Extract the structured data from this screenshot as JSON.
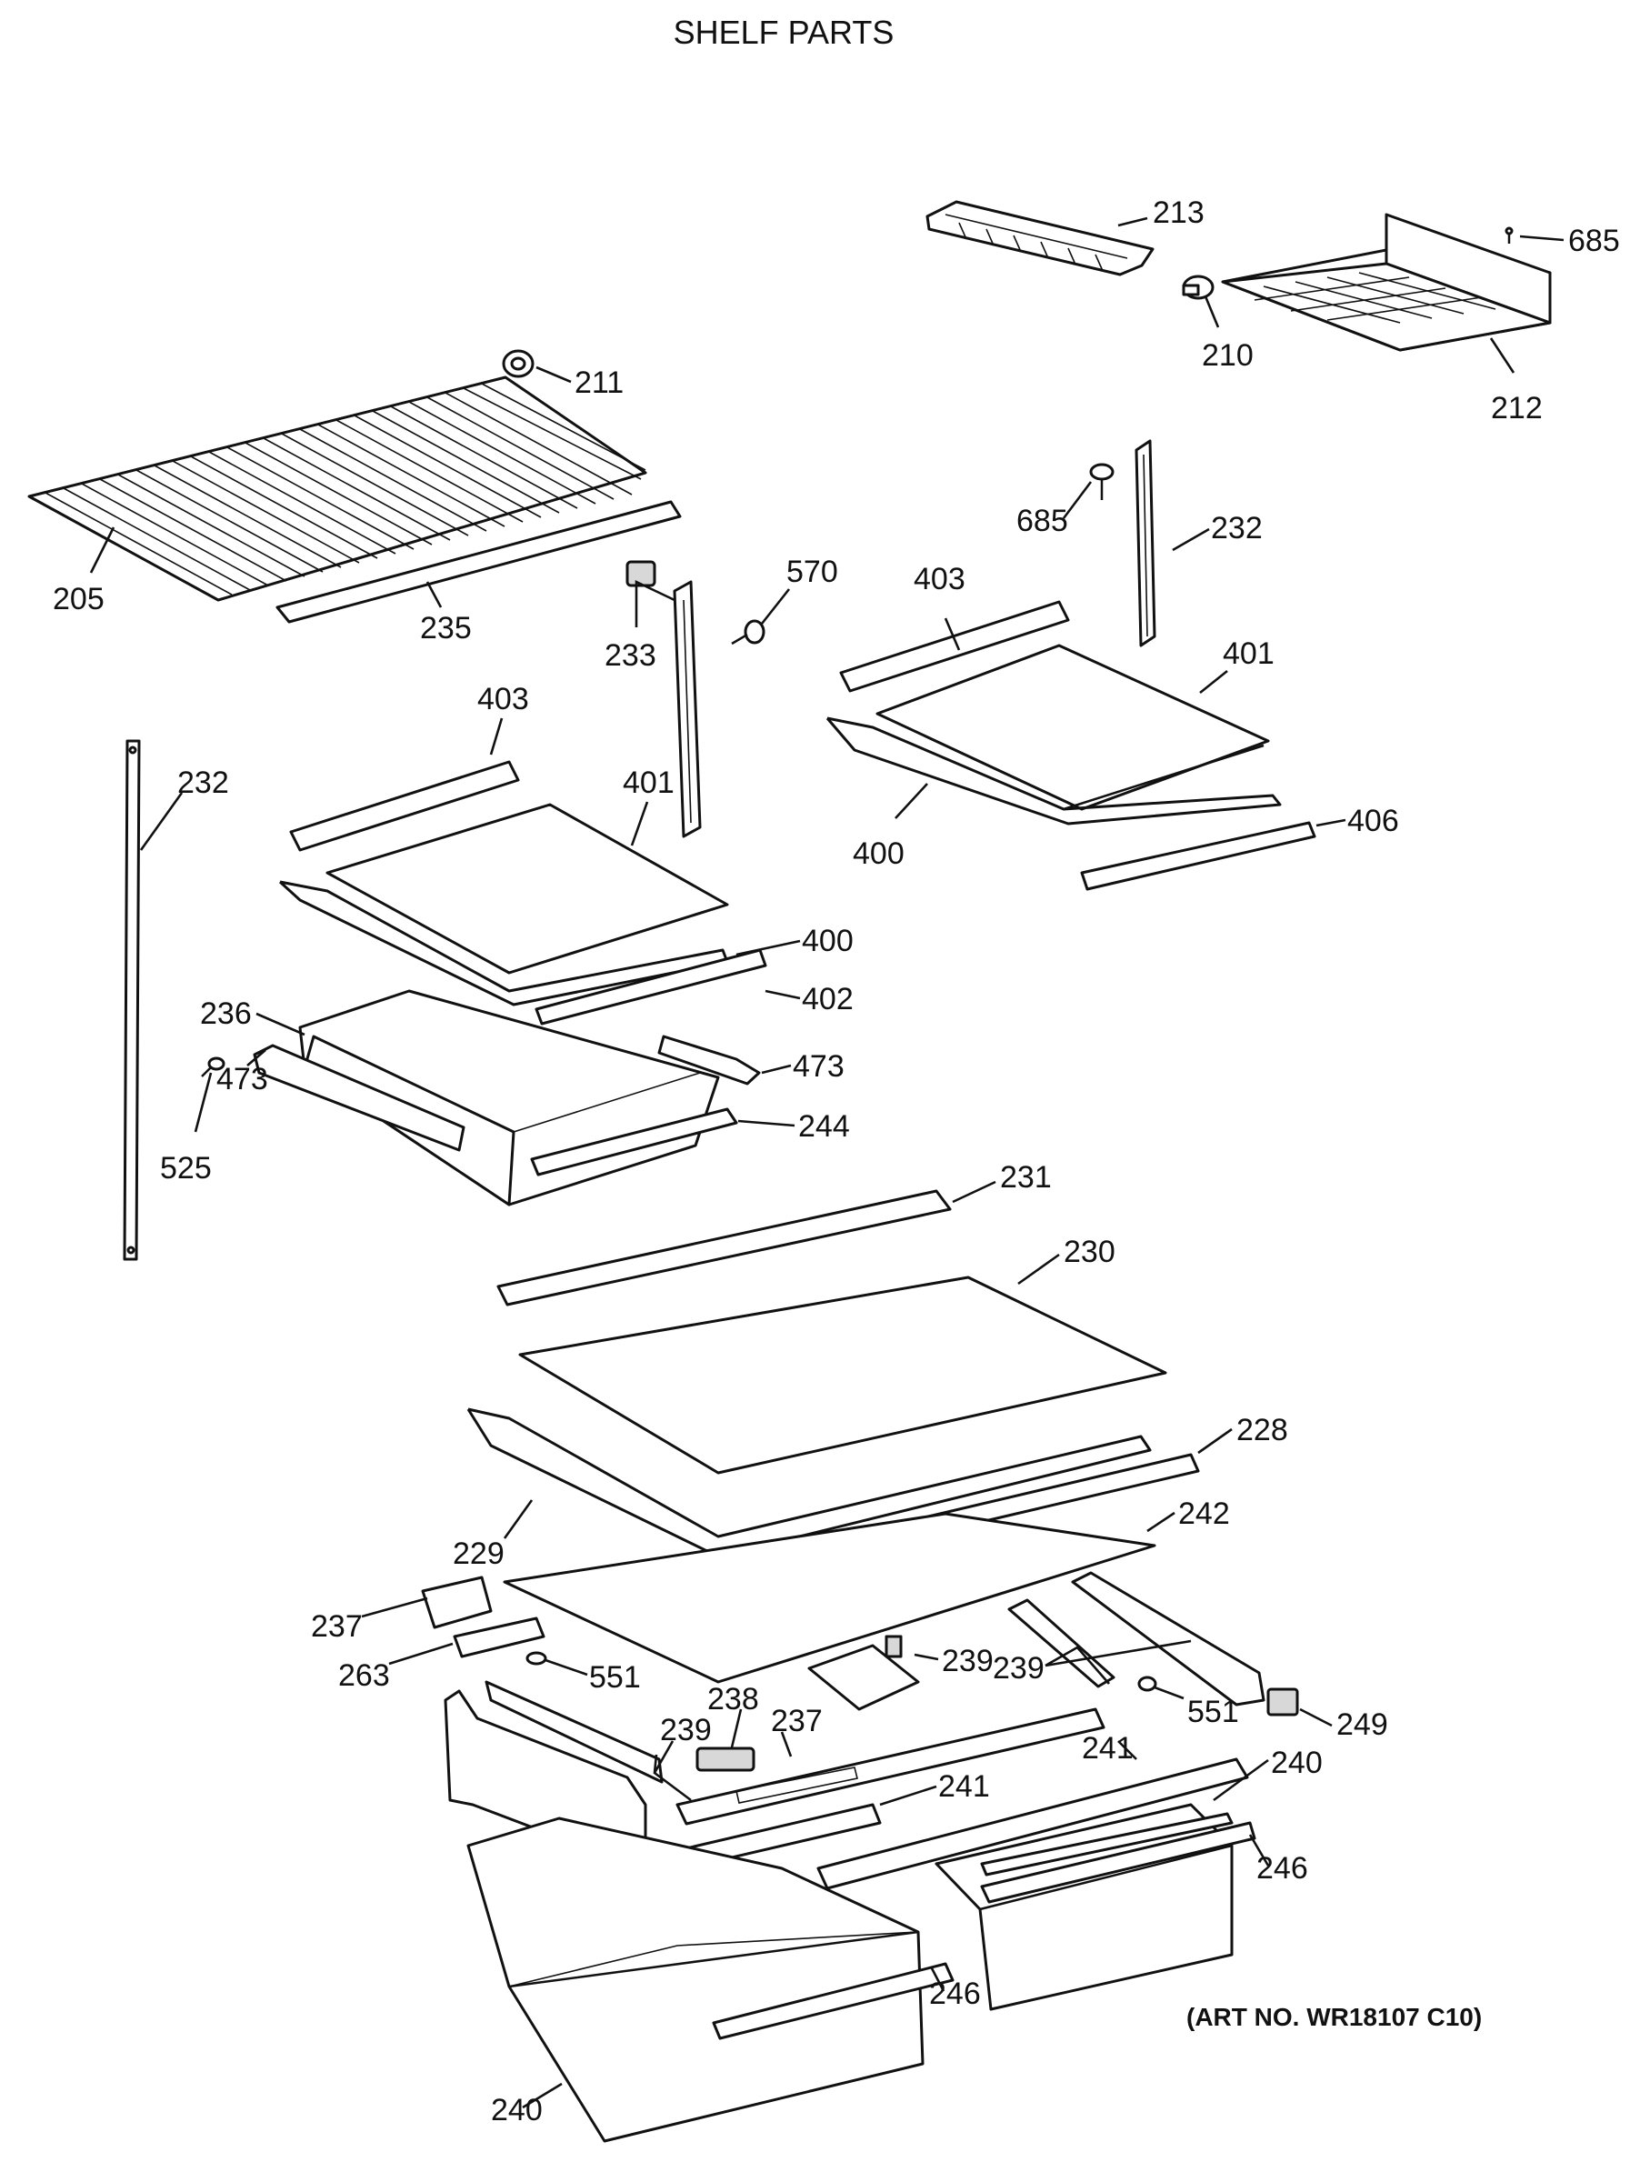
{
  "title": "SHELF PARTS",
  "art_number": "(ART NO. WR18107 C10)",
  "callouts": [
    {
      "id": "213",
      "label": "213"
    },
    {
      "id": "685-top",
      "label": "685"
    },
    {
      "id": "210",
      "label": "210"
    },
    {
      "id": "212",
      "label": "212"
    },
    {
      "id": "211",
      "label": "211"
    },
    {
      "id": "205",
      "label": "205"
    },
    {
      "id": "235",
      "label": "235"
    },
    {
      "id": "685-mid",
      "label": "685"
    },
    {
      "id": "232-right",
      "label": "232"
    },
    {
      "id": "570",
      "label": "570"
    },
    {
      "id": "233",
      "label": "233"
    },
    {
      "id": "403-right",
      "label": "403"
    },
    {
      "id": "401-right",
      "label": "401"
    },
    {
      "id": "406",
      "label": "406"
    },
    {
      "id": "400-right",
      "label": "400"
    },
    {
      "id": "403-left",
      "label": "403"
    },
    {
      "id": "232-left",
      "label": "232"
    },
    {
      "id": "401-left",
      "label": "401"
    },
    {
      "id": "400-left",
      "label": "400"
    },
    {
      "id": "402",
      "label": "402"
    },
    {
      "id": "236",
      "label": "236"
    },
    {
      "id": "473-right",
      "label": "473"
    },
    {
      "id": "473-left",
      "label": "473"
    },
    {
      "id": "525",
      "label": "525"
    },
    {
      "id": "244",
      "label": "244"
    },
    {
      "id": "231",
      "label": "231"
    },
    {
      "id": "230",
      "label": "230"
    },
    {
      "id": "228",
      "label": "228"
    },
    {
      "id": "229",
      "label": "229"
    },
    {
      "id": "242",
      "label": "242"
    },
    {
      "id": "237-left",
      "label": "237"
    },
    {
      "id": "263",
      "label": "263"
    },
    {
      "id": "551-left",
      "label": "551"
    },
    {
      "id": "239-mid",
      "label": "239"
    },
    {
      "id": "239-right",
      "label": "239"
    },
    {
      "id": "551-right",
      "label": "551"
    },
    {
      "id": "249",
      "label": "249"
    },
    {
      "id": "238",
      "label": "238"
    },
    {
      "id": "237-mid",
      "label": "237"
    },
    {
      "id": "239-left",
      "label": "239"
    },
    {
      "id": "241-right",
      "label": "241"
    },
    {
      "id": "240-right",
      "label": "240"
    },
    {
      "id": "241-left",
      "label": "241"
    },
    {
      "id": "246-right",
      "label": "246"
    },
    {
      "id": "246-left",
      "label": "246"
    },
    {
      "id": "240-left",
      "label": "240"
    }
  ]
}
